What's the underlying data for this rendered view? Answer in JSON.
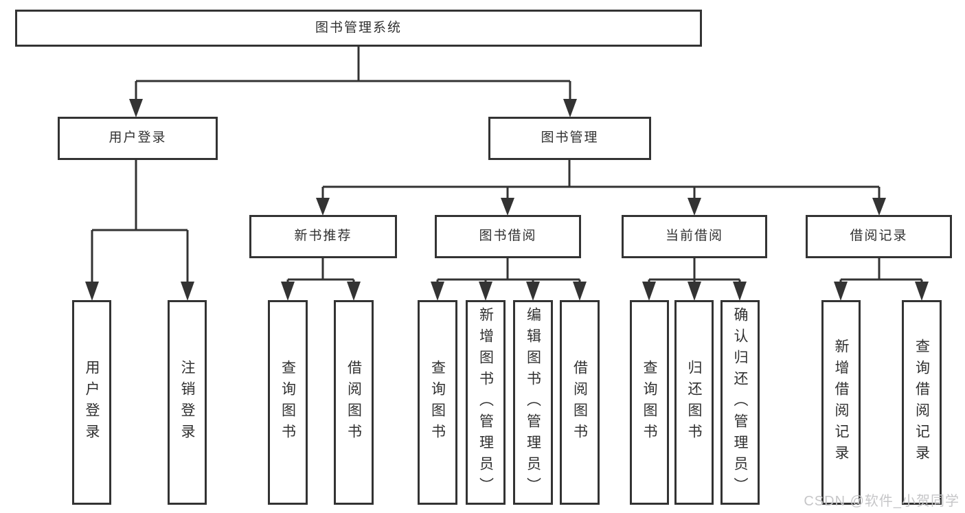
{
  "diagram": {
    "type": "hierarchy-tree",
    "nodes": {
      "root": "图书管理系统",
      "user_login": "用户登录",
      "book_management": "图书管理",
      "new_book_recommend": "新书推荐",
      "book_borrow": "图书借阅",
      "current_borrow": "当前借阅",
      "borrow_records": "借阅记录",
      "leaf_user_login": "用户登录",
      "leaf_logout": "注销登录",
      "leaf_query_books_1": "查询图书",
      "leaf_borrow_books_1": "借阅图书",
      "leaf_query_books_2": "查询图书",
      "leaf_add_book_admin": "新增图书（管理员）",
      "leaf_edit_book_admin": "编辑图书（管理员）",
      "leaf_borrow_books_2": "借阅图书",
      "leaf_query_books_3": "查询图书",
      "leaf_return_books": "归还图书",
      "leaf_confirm_return_admin": "确认归还（管理员）",
      "leaf_add_borrow_record": "新增借阅记录",
      "leaf_query_borrow_record": "查询借阅记录"
    },
    "structure": {
      "图书管理系统": [
        "用户登录",
        "图书管理"
      ],
      "用户登录": [
        "用户登录",
        "注销登录"
      ],
      "图书管理": [
        "新书推荐",
        "图书借阅",
        "当前借阅",
        "借阅记录"
      ],
      "新书推荐": [
        "查询图书",
        "借阅图书"
      ],
      "图书借阅": [
        "查询图书",
        "新增图书（管理员）",
        "编辑图书（管理员）",
        "借阅图书"
      ],
      "当前借阅": [
        "查询图书",
        "归还图书",
        "确认归还（管理员）"
      ],
      "借阅记录": [
        "新增借阅记录",
        "查询借阅记录"
      ]
    },
    "colors": {
      "line": "#333333",
      "box_border": "#333333",
      "text": "#303030",
      "background": "#ffffff",
      "watermark_text": "#c6c6c8"
    }
  },
  "watermark": "CSDN @软件_小贺同学"
}
